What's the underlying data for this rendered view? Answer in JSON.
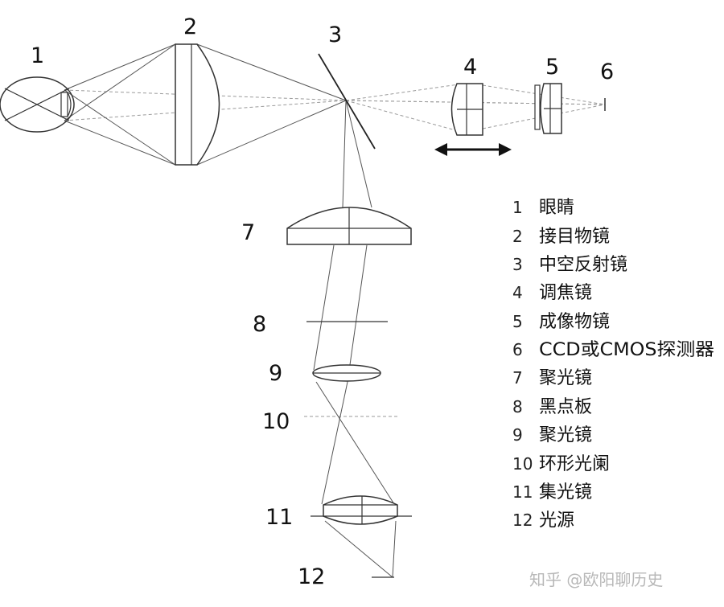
{
  "labels": [
    "1",
    "2",
    "3",
    "4",
    "5",
    "6",
    "7",
    "8",
    "9",
    "10",
    "11",
    "12"
  ],
  "legend": [
    {
      "num": "1",
      "text": "眼睛"
    },
    {
      "num": "2",
      "text": "接目物镜"
    },
    {
      "num": "3",
      "text": "中空反射镜"
    },
    {
      "num": "4",
      "text": "调焦镜"
    },
    {
      "num": "5",
      "text": "成像物镜"
    },
    {
      "num": "6",
      "text": "CCD或CMOS探测器"
    },
    {
      "num": "7",
      "text": "聚光镜"
    },
    {
      "num": "8",
      "text": "黑点板"
    },
    {
      "num": "9",
      "text": "聚光镜"
    },
    {
      "num": "10",
      "text": "环形光阑"
    },
    {
      "num": "11",
      "text": "集光镜"
    },
    {
      "num": "12",
      "text": "光源"
    }
  ],
  "watermark": "知乎 @欧阳聊历史"
}
